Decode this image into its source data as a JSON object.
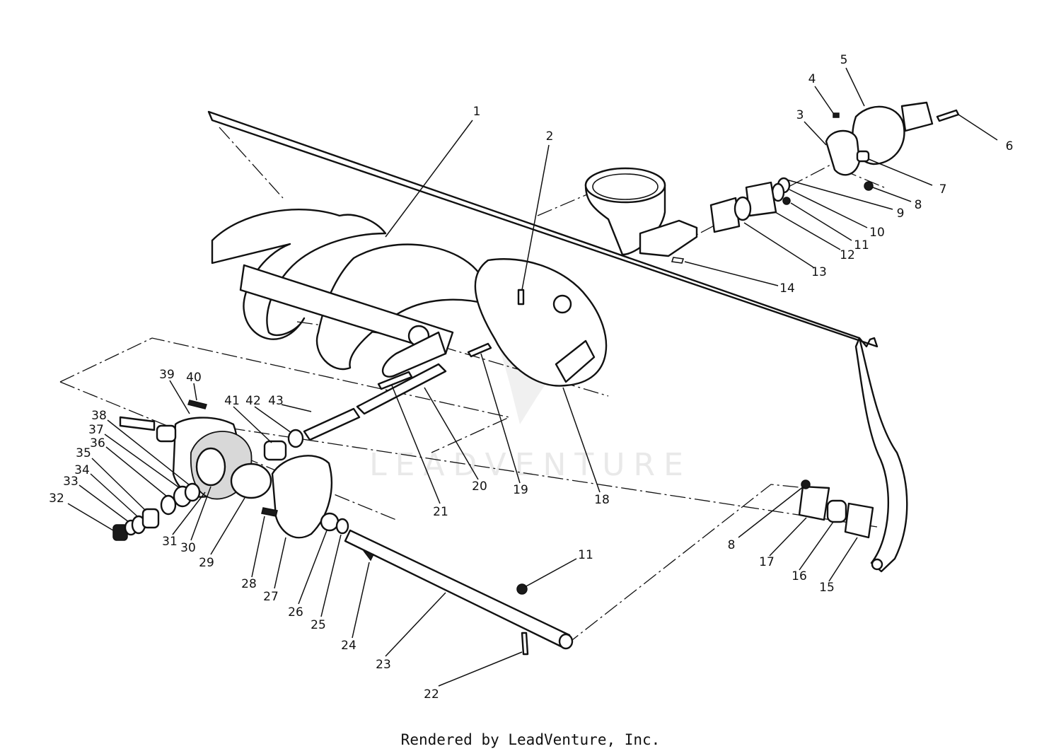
{
  "watermark": {
    "text": "LEADVENTURE"
  },
  "footer": {
    "credit": "Rendered by LeadVenture, Inc."
  },
  "callouts": [
    "1",
    "2",
    "3",
    "4",
    "5",
    "6",
    "7",
    "8",
    "9",
    "10",
    "11",
    "12",
    "13",
    "14",
    "15",
    "16",
    "17",
    "18",
    "19",
    "20",
    "21",
    "22",
    "23",
    "24",
    "25",
    "26",
    "27",
    "28",
    "29",
    "30",
    "31",
    "32",
    "33",
    "34",
    "35",
    "36",
    "37",
    "38",
    "39",
    "40",
    "41",
    "42",
    "43"
  ],
  "callouts_repeated": {
    "8": "8",
    "11": "11"
  },
  "colors": {
    "ink": "#111111",
    "paper": "#ffffff",
    "watermark": "#e9e9e9"
  }
}
